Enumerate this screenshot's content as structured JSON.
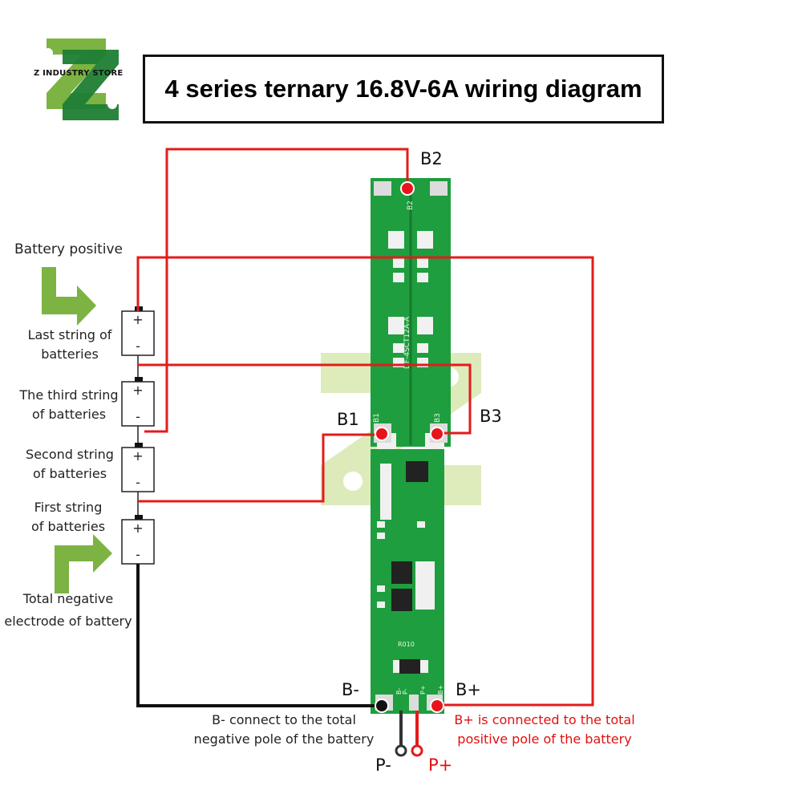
{
  "title": "4 series ternary 16.8V-6A wiring diagram",
  "logo": {
    "text": "Z INDUSTRY STORE",
    "icon": "zz-logo-icon"
  },
  "labels": {
    "battery_positive": "Battery positive",
    "last_string": [
      "Last string of",
      "batteries"
    ],
    "third_string": [
      "The third string",
      "of batteries"
    ],
    "second_string": [
      "Second string",
      "of batteries"
    ],
    "first_string": [
      "First string",
      "of batteries"
    ],
    "total_negative": [
      "Total negative",
      "electrode of battery"
    ],
    "b_minus_note": [
      "B- connect to the total",
      "negative pole of the battery"
    ],
    "b_plus_note": [
      "B+ is connected to the total",
      "positive pole of the battery"
    ]
  },
  "terminals": {
    "B2": "B2",
    "B1": "B1",
    "B3": "B3",
    "B_minus": "B-",
    "B_plus": "B+",
    "P_minus": "P-",
    "P_plus": "P+"
  },
  "board": {
    "model_text": "DF-4SCT12A-A",
    "pad_marks": {
      "B2": "B2",
      "B1": "B1",
      "B3": "B3",
      "B_minus": "B-",
      "P_minus": "P-",
      "P_plus": "P+",
      "B_plus": "B+"
    },
    "resistor_mark": "R010"
  },
  "battery_signs": {
    "plus": "+",
    "minus": "-"
  },
  "colors": {
    "wire_red": "#e31b1b",
    "wire_black": "#111111",
    "pcb_green": "#1e9e3e",
    "note_red": "#e01010",
    "arrow_green": "#7cb342",
    "pad_red": "#e8141c"
  }
}
